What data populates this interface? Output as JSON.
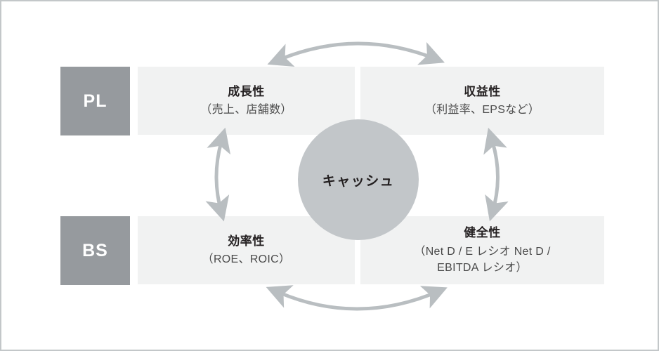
{
  "diagram": {
    "title_hidden": "",
    "colors": {
      "label_block": "#969a9e",
      "panel_bg": "#f1f2f2",
      "circle_bg": "#c2c6c9",
      "arrow": "#b9bec1",
      "text_dark": "#231f20",
      "text_sub": "#4a4a4a",
      "border": "#c3c7c9"
    },
    "row_labels": [
      {
        "id": "pl",
        "label": "PL"
      },
      {
        "id": "bs",
        "label": "BS"
      }
    ],
    "center": {
      "label": "キャッシュ"
    },
    "quadrants": [
      {
        "id": "growth",
        "row": "PL",
        "column": "left",
        "title": "成長性",
        "subtitle": "（売上、店舗数）"
      },
      {
        "id": "profitability",
        "row": "PL",
        "column": "right",
        "title": "収益性",
        "subtitle": "（利益率、EPSなど）"
      },
      {
        "id": "efficiency",
        "row": "BS",
        "column": "left",
        "title": "効率性",
        "subtitle": "（ROE、ROIC）"
      },
      {
        "id": "soundness",
        "row": "BS",
        "column": "right",
        "title": "健全性",
        "subtitle": "（Net D / E レシオ Net D / EBITDA レシオ）"
      }
    ],
    "connectors": [
      {
        "id": "top-arc",
        "name": "growth-profitability-arrow",
        "direction": "bidirectional",
        "orientation": "horizontal-arc-up",
        "from": "成長性",
        "to": "収益性"
      },
      {
        "id": "bottom-arc",
        "name": "efficiency-soundness-arrow",
        "direction": "bidirectional",
        "orientation": "horizontal-arc-down",
        "from": "効率性",
        "to": "健全性"
      },
      {
        "id": "left-arc",
        "name": "growth-efficiency-arrow",
        "direction": "bidirectional",
        "orientation": "vertical-arc-left",
        "from": "成長性",
        "to": "効率性"
      },
      {
        "id": "right-arc",
        "name": "profitability-soundness-arrow",
        "direction": "bidirectional",
        "orientation": "vertical-arc-right",
        "from": "収益性",
        "to": "健全性"
      }
    ]
  }
}
